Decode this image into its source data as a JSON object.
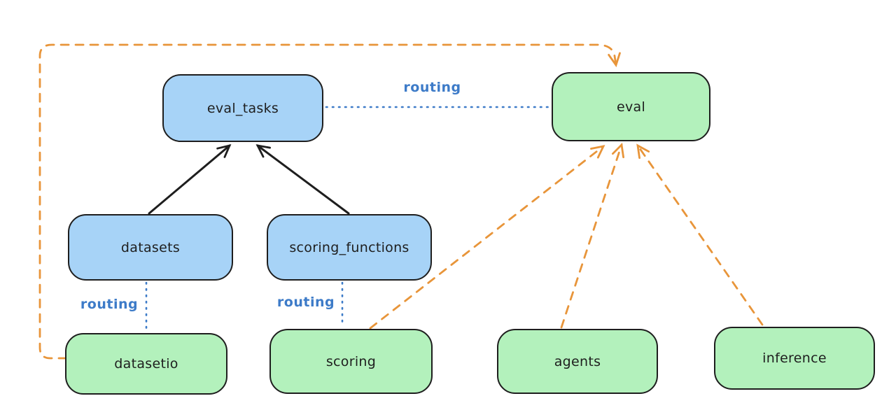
{
  "colors": {
    "blue_node_fill": "#a7d3f7",
    "green_node_fill": "#b3f1bc",
    "node_border": "#1e1e1e",
    "routing_line": "#3d7bc8",
    "provider_edge": "#e8953a"
  },
  "nodes": {
    "eval_tasks": {
      "label": "eval_tasks"
    },
    "eval": {
      "label": "eval"
    },
    "datasets": {
      "label": "datasets"
    },
    "scoring_functions": {
      "label": "scoring_functions"
    },
    "datasetio": {
      "label": "datasetio"
    },
    "scoring": {
      "label": "scoring"
    },
    "agents": {
      "label": "agents"
    },
    "inference": {
      "label": "inference"
    }
  },
  "edge_labels": {
    "routing_top": "routing",
    "routing_left": "routing",
    "routing_mid": "routing"
  }
}
